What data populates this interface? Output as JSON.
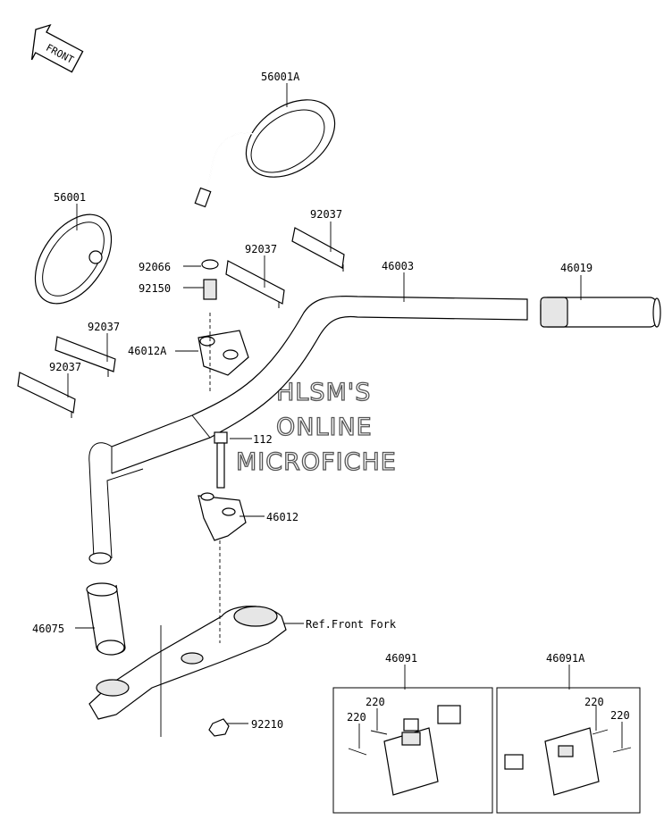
{
  "front_badge": "FRONT",
  "watermark": {
    "line1": "HLSM'S",
    "line2": "ONLINE",
    "line3": "MICROFICHE"
  },
  "labels": {
    "p56001A": "56001A",
    "p56001": "56001",
    "p92037_top": "92037",
    "p92037_mid": "92037",
    "p92037_left1": "92037",
    "p92037_left2": "92037",
    "p92066": "92066",
    "p92150": "92150",
    "p46003": "46003",
    "p46019": "46019",
    "p46012A": "46012A",
    "p112": "112",
    "p46012": "46012",
    "p46075": "46075",
    "ref_front_fork": "Ref.Front Fork",
    "p92210": "92210",
    "p46091": "46091",
    "p46091A": "46091A",
    "p220_a": "220",
    "p220_b": "220",
    "p220_c": "220",
    "p220_d": "220"
  }
}
